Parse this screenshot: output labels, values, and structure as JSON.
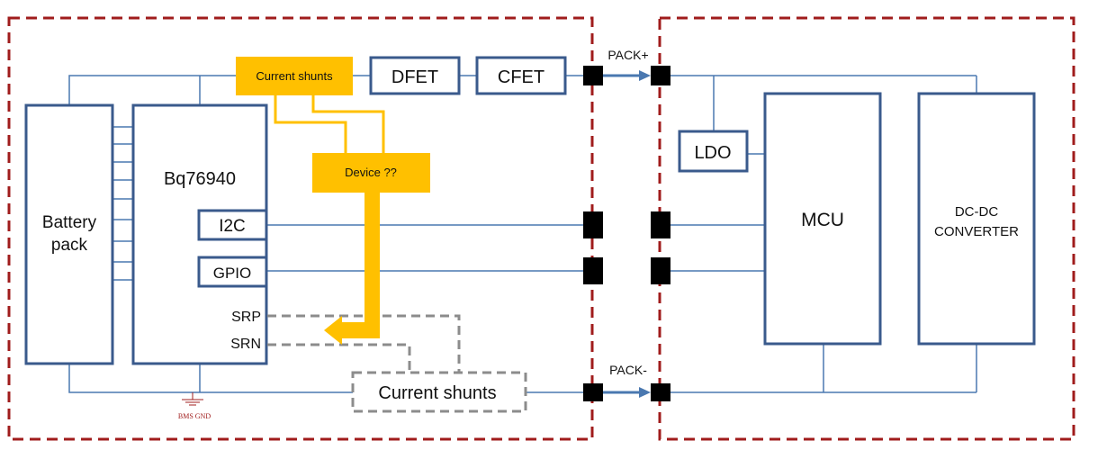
{
  "colors": {
    "frame": "#a01c1c",
    "block": "#3a5a8c",
    "wire": "#4a78b0",
    "highlight": "#ffc000",
    "highlight_text": "#c00000",
    "dashed": "#8c8c8c",
    "connector": "#000000"
  },
  "blocks": {
    "battery_pack": {
      "line1": "Battery",
      "line2": "pack"
    },
    "bms_chip": "Bq76940",
    "i2c": "I2C",
    "gpio": "GPIO",
    "srp": "SRP",
    "srn": "SRN",
    "dfet": "DFET",
    "cfet": "CFET",
    "ldo": "LDO",
    "mcu": "MCU",
    "dcdc": {
      "line1": "DC-DC",
      "line2": "CONVERTER"
    }
  },
  "highlighted": {
    "current_shunts_top": "Current shunts",
    "device": "Device ??"
  },
  "dashed_block": {
    "current_shunts_bottom": "Current shunts"
  },
  "connectors": {
    "pack_plus": "PACK+",
    "pack_minus": "PACK-"
  },
  "ground": {
    "label": "BMS GND"
  }
}
